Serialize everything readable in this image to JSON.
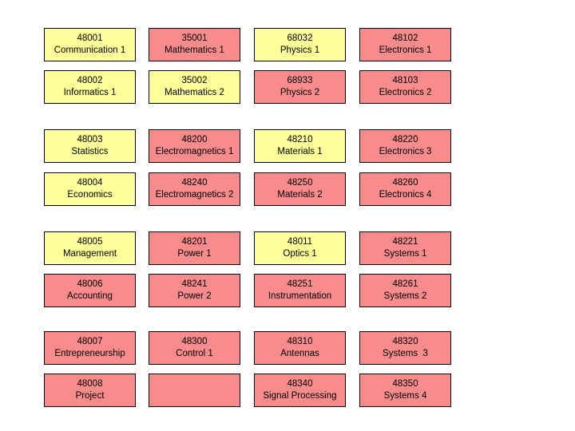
{
  "slide": {
    "background": "#ffffff"
  },
  "colors": {
    "yellow": "#FFFF99",
    "pink": "#F88C8C",
    "border": "#000000",
    "text": "#000000"
  },
  "grid": {
    "columns": 4,
    "rows": 8,
    "cells": [
      {
        "row": 1,
        "col": 1,
        "code": "48001",
        "name": "Communication 1",
        "color": "yellow"
      },
      {
        "row": 1,
        "col": 2,
        "code": "35001",
        "name": "Mathematics 1",
        "color": "pink"
      },
      {
        "row": 1,
        "col": 3,
        "code": "68032",
        "name": "Physics 1",
        "color": "yellow"
      },
      {
        "row": 1,
        "col": 4,
        "code": "48102",
        "name": "Electronics 1",
        "color": "pink"
      },
      {
        "row": 2,
        "col": 1,
        "code": "48002",
        "name": "Informatics 1",
        "color": "yellow"
      },
      {
        "row": 2,
        "col": 2,
        "code": "35002",
        "name": "Mathematics 2",
        "color": "yellow"
      },
      {
        "row": 2,
        "col": 3,
        "code": "68933",
        "name": "Physics 2",
        "color": "pink"
      },
      {
        "row": 2,
        "col": 4,
        "code": "48103",
        "name": "Electronics 2",
        "color": "pink"
      },
      {
        "row": 3,
        "col": 1,
        "code": "48003",
        "name": "Statistics",
        "color": "yellow"
      },
      {
        "row": 3,
        "col": 2,
        "code": "48200",
        "name": "Electromagnetics 1",
        "color": "pink"
      },
      {
        "row": 3,
        "col": 3,
        "code": "48210",
        "name": "Materials 1",
        "color": "yellow"
      },
      {
        "row": 3,
        "col": 4,
        "code": "48220",
        "name": "Electronics 3",
        "color": "pink"
      },
      {
        "row": 4,
        "col": 1,
        "code": "48004",
        "name": "Economics",
        "color": "yellow"
      },
      {
        "row": 4,
        "col": 2,
        "code": "48240",
        "name": "Electromagnetics 2",
        "color": "pink"
      },
      {
        "row": 4,
        "col": 3,
        "code": "48250",
        "name": "Materials 2",
        "color": "pink"
      },
      {
        "row": 4,
        "col": 4,
        "code": "48260",
        "name": "Electronics 4",
        "color": "pink"
      },
      {
        "row": 5,
        "col": 1,
        "code": "48005",
        "name": "Management",
        "color": "yellow"
      },
      {
        "row": 5,
        "col": 2,
        "code": "48201",
        "name": "Power 1",
        "color": "pink"
      },
      {
        "row": 5,
        "col": 3,
        "code": "48011",
        "name": "Optics 1",
        "color": "yellow"
      },
      {
        "row": 5,
        "col": 4,
        "code": "48221",
        "name": "Systems 1",
        "color": "pink"
      },
      {
        "row": 6,
        "col": 1,
        "code": "48006",
        "name": "Accounting",
        "color": "pink"
      },
      {
        "row": 6,
        "col": 2,
        "code": "48241",
        "name": "Power 2",
        "color": "pink"
      },
      {
        "row": 6,
        "col": 3,
        "code": "48251",
        "name": "Instrumentation",
        "color": "pink"
      },
      {
        "row": 6,
        "col": 4,
        "code": "48261",
        "name": "Systems 2",
        "color": "pink"
      },
      {
        "row": 7,
        "col": 1,
        "code": "48007",
        "name": "Entrepreneurship",
        "color": "pink"
      },
      {
        "row": 7,
        "col": 2,
        "code": "48300",
        "name": "Control 1",
        "color": "pink"
      },
      {
        "row": 7,
        "col": 3,
        "code": "48310",
        "name": "Antennas",
        "color": "pink"
      },
      {
        "row": 7,
        "col": 4,
        "code": "48320",
        "name": "Systems  3",
        "color": "pink"
      },
      {
        "row": 8,
        "col": 1,
        "code": "48008",
        "name": "Project",
        "color": "pink"
      },
      {
        "row": 8,
        "col": 2,
        "code": "",
        "name": "",
        "color": "pink"
      },
      {
        "row": 8,
        "col": 3,
        "code": "48340",
        "name": "Signal Processing",
        "color": "pink"
      },
      {
        "row": 8,
        "col": 4,
        "code": "48350",
        "name": "Systems 4",
        "color": "pink"
      }
    ]
  }
}
